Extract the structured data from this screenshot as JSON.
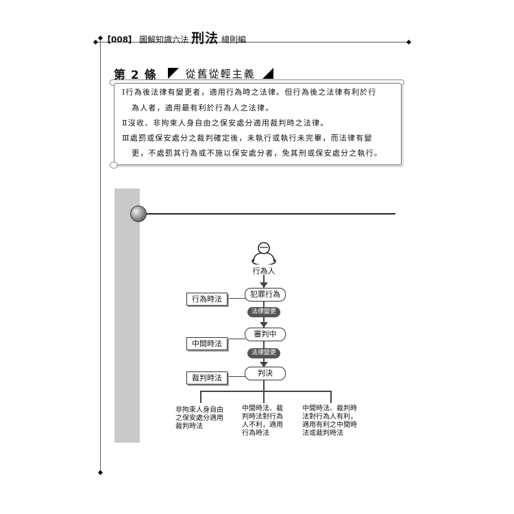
{
  "header": {
    "page_label": "【008】",
    "book_title": "圖解知識六法",
    "book_subject": "刑法",
    "book_section": "總則編"
  },
  "article": {
    "number": "第 2 條",
    "title": "從舊從輕主義"
  },
  "statute": {
    "lines": [
      "Ⅰ行為後法律有變更者，適用行為時之法律。但行為後之法律有利於行",
      "為人者，適用最有利於行為人之法律。",
      "Ⅱ沒收、非拘束人身自由之保安處分適用裁判時之法律。",
      "Ⅲ處罰或保安處分之裁判確定後，未執行或執行未完畢，而法律有變",
      "更，不處罰其行為或不施以保安處分者，免其刑或保安處分之執行。"
    ]
  },
  "flow": {
    "actor": "行為人",
    "stages": [
      "犯罪行為",
      "審判中",
      "判決"
    ],
    "changes": [
      "法律變更",
      "法律變更"
    ],
    "tags": [
      "行為時法",
      "中間時法",
      "裁判時法"
    ],
    "outcomes": [
      [
        "非拘束人身自由",
        "之保安處分適用",
        "裁判時法"
      ],
      [
        "中間時法、裁",
        "判時法對行為",
        "人不利，適用",
        "行為時法"
      ],
      [
        "中間時法、裁判時",
        "法對行為人有利，",
        "適用有利之中間時",
        "法或裁判時法"
      ]
    ]
  }
}
